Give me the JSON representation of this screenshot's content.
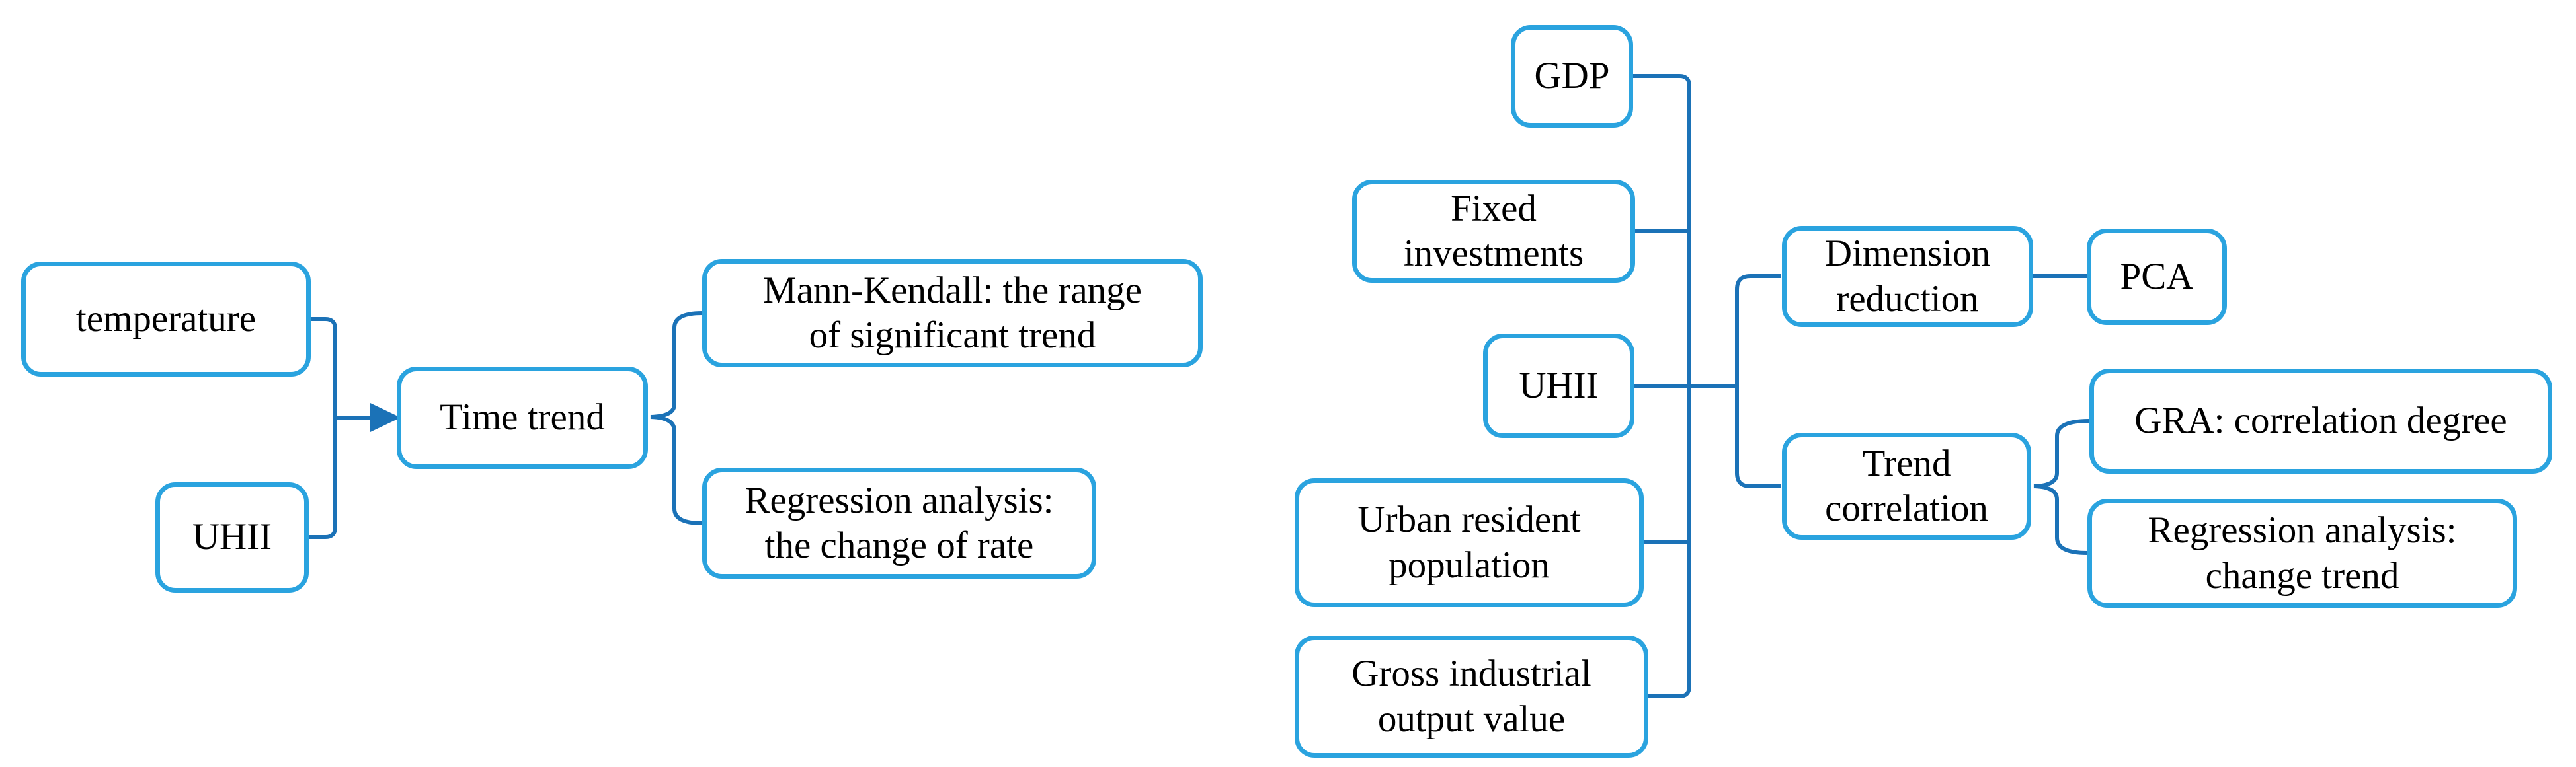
{
  "diagram": {
    "colors": {
      "background": "#ffffff",
      "box_border": "#2aa3df",
      "connector": "#1b72b7",
      "text": "#000000"
    },
    "nodes": {
      "temperature": "temperature",
      "uhii_left": "UHII",
      "time_trend": "Time trend",
      "mann_kendall": "Mann-Kendall: the range\nof significant trend",
      "regression_left": "Regression analysis:\nthe change of rate",
      "gdp": "GDP",
      "fixed_investments": "Fixed\ninvestments",
      "uhii_right": "UHII",
      "urban_population": "Urban resident\npopulation",
      "gross_industrial": "Gross industrial\noutput value",
      "dimension_reduction": "Dimension\nreduction",
      "pca": "PCA",
      "trend_correlation": "Trend\ncorrelation",
      "gra": "GRA: correlation degree",
      "regression_right": "Regression analysis:\nchange trend"
    },
    "connections": [
      {
        "from": "temperature",
        "to": "time_trend",
        "style": "bracket-arrow"
      },
      {
        "from": "uhii_left",
        "to": "time_trend",
        "style": "bracket-arrow"
      },
      {
        "from": "time_trend",
        "to": "mann_kendall",
        "style": "brace"
      },
      {
        "from": "time_trend",
        "to": "regression_left",
        "style": "brace"
      },
      {
        "from": "gdp",
        "to": "dimension_reduction+trend_correlation",
        "style": "tree"
      },
      {
        "from": "fixed_investments",
        "to": "dimension_reduction+trend_correlation",
        "style": "tree"
      },
      {
        "from": "uhii_right",
        "to": "dimension_reduction+trend_correlation",
        "style": "tree"
      },
      {
        "from": "urban_population",
        "to": "dimension_reduction+trend_correlation",
        "style": "tree"
      },
      {
        "from": "gross_industrial",
        "to": "dimension_reduction+trend_correlation",
        "style": "tree"
      },
      {
        "from": "dimension_reduction",
        "to": "pca",
        "style": "line"
      },
      {
        "from": "trend_correlation",
        "to": "gra",
        "style": "brace"
      },
      {
        "from": "trend_correlation",
        "to": "regression_right",
        "style": "brace"
      }
    ]
  }
}
